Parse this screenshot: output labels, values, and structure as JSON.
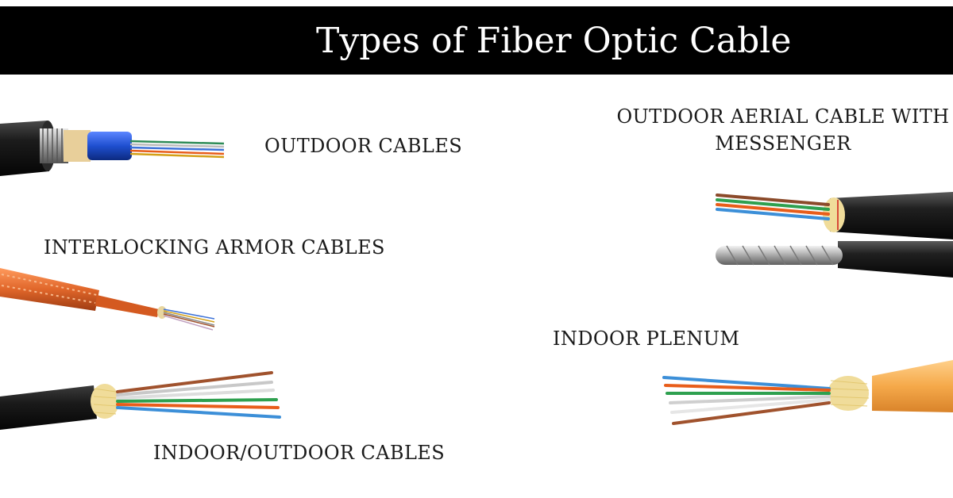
{
  "header": {
    "title": "Types of Fiber Optic Cable"
  },
  "cables": {
    "outdoor": {
      "label": "OUTDOOR CABLES"
    },
    "interlocking_armor": {
      "label": "INTERLOCKING ARMOR CABLES"
    },
    "indoor_outdoor": {
      "label": "INDOOR/OUTDOOR CABLES"
    },
    "outdoor_aerial": {
      "label_line1": "OUTDOOR AERIAL CABLE WITH",
      "label_line2": "MESSENGER"
    },
    "indoor_plenum": {
      "label": "INDOOR PLENUM"
    }
  },
  "colors": {
    "banner": "#000000",
    "jacket_black": "#1c1c1c",
    "jacket_orange": "#e0662a",
    "plenum_orange": "#f5a94a",
    "buffer_blue": "#1f4fd0",
    "aramid_yellow": "#f0dc9a"
  }
}
